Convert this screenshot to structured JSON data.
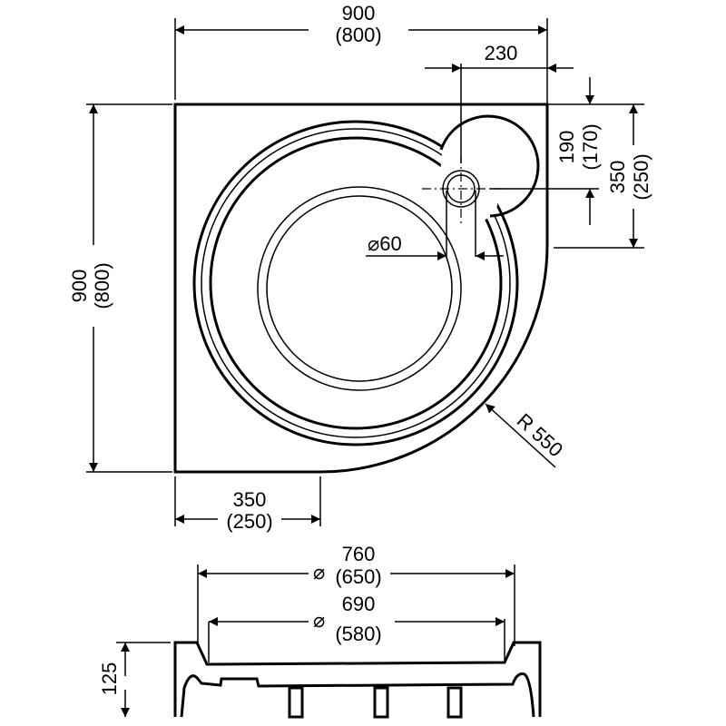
{
  "top_width": {
    "value": "900",
    "alt": "(800)"
  },
  "drain_offset_x": {
    "value": "230"
  },
  "drain_offset_y": {
    "value": "190",
    "alt": "(170)"
  },
  "right_straight": {
    "value": "350",
    "alt": "(250)"
  },
  "drain_diameter": {
    "value": "⌀60"
  },
  "left_height": {
    "value": "900",
    "alt": "(800)"
  },
  "radius": {
    "value": "R 550"
  },
  "bottom_straight": {
    "value": "350",
    "alt": "(250)"
  },
  "outer_diameter": {
    "symbol": "⌀",
    "value": "760",
    "alt": "(650)"
  },
  "inner_diameter": {
    "symbol": "⌀",
    "value": "690",
    "alt": "(580)"
  },
  "height": {
    "value": "125"
  }
}
